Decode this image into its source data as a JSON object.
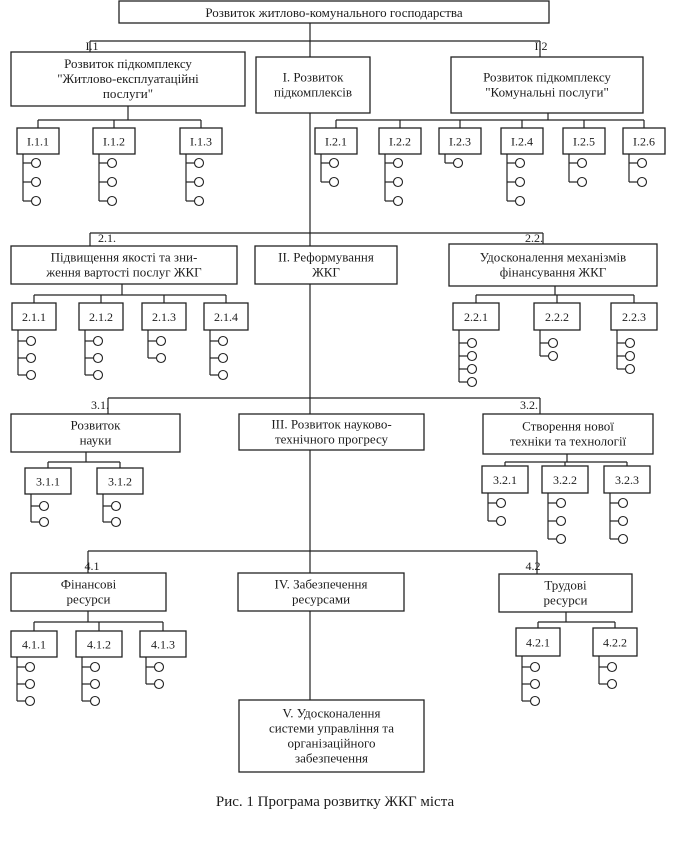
{
  "top": {
    "label": "Розвиток житлово-комунального господарства"
  },
  "caption": "Рис. 1   Програма розвитку ЖКГ міста",
  "sections": [
    {
      "label": [
        "I. Розвиток",
        "підкомплексів"
      ],
      "groups": [
        {
          "num": "I.1",
          "label": [
            "Розвиток підкомплексу",
            "\"Житлово-експлуатаційні",
            "послуги\""
          ],
          "items": [
            {
              "num": "I.1.1",
              "leaves": 3
            },
            {
              "num": "I.1.2",
              "leaves": 3
            },
            {
              "num": "I.1.3",
              "leaves": 3
            }
          ]
        },
        {
          "num": "I.2",
          "label": [
            "Розвиток підкомплексу",
            "\"Комунальні послуги\""
          ],
          "items": [
            {
              "num": "I.2.1",
              "leaves": 2
            },
            {
              "num": "I.2.2",
              "leaves": 3
            },
            {
              "num": "I.2.3",
              "leaves": 1
            },
            {
              "num": "I.2.4",
              "leaves": 3
            },
            {
              "num": "I.2.5",
              "leaves": 2
            },
            {
              "num": "I.2.6",
              "leaves": 2
            }
          ]
        }
      ]
    },
    {
      "label": [
        "II. Реформування",
        "ЖКГ"
      ],
      "groups": [
        {
          "num": "2.1.",
          "label": [
            "Підвищення якості та зни-",
            "ження вартості послуг ЖКГ"
          ],
          "items": [
            {
              "num": "2.1.1",
              "leaves": 3
            },
            {
              "num": "2.1.2",
              "leaves": 3
            },
            {
              "num": "2.1.3",
              "leaves": 2
            },
            {
              "num": "2.1.4",
              "leaves": 3
            }
          ]
        },
        {
          "num": "2.2.",
          "label": [
            "Удосконалення механізмів",
            "фінансування ЖКГ"
          ],
          "items": [
            {
              "num": "2.2.1",
              "leaves": 4
            },
            {
              "num": "2.2.2",
              "leaves": 2
            },
            {
              "num": "2.2.3",
              "leaves": 3
            }
          ]
        }
      ]
    },
    {
      "label": [
        "III. Розвиток науково-",
        "технічного прогресу"
      ],
      "groups": [
        {
          "num": "3.1.",
          "label": [
            "Розвиток",
            "науки"
          ],
          "items": [
            {
              "num": "3.1.1",
              "leaves": 2
            },
            {
              "num": "3.1.2",
              "leaves": 2
            }
          ]
        },
        {
          "num": "3.2.",
          "label": [
            "Створення нової",
            "техніки та технології"
          ],
          "items": [
            {
              "num": "3.2.1",
              "leaves": 2
            },
            {
              "num": "3.2.2",
              "leaves": 3
            },
            {
              "num": "3.2.3",
              "leaves": 3
            }
          ]
        }
      ]
    },
    {
      "label": [
        "IV. Забезпечення",
        "ресурсами"
      ],
      "groups": [
        {
          "num": "4.1",
          "label": [
            "Фінансові",
            "ресурси"
          ],
          "items": [
            {
              "num": "4.1.1",
              "leaves": 3
            },
            {
              "num": "4.1.2",
              "leaves": 3
            },
            {
              "num": "4.1.3",
              "leaves": 2
            }
          ]
        },
        {
          "num": "4.2",
          "label": [
            "Трудові",
            "ресурси"
          ],
          "items": [
            {
              "num": "4.2.1",
              "leaves": 3
            },
            {
              "num": "4.2.2",
              "leaves": 2
            }
          ]
        }
      ]
    },
    {
      "label": [
        "V. Удосконалення",
        "системи управління та",
        "організаційного",
        "забезпечення"
      ],
      "groups": []
    }
  ]
}
